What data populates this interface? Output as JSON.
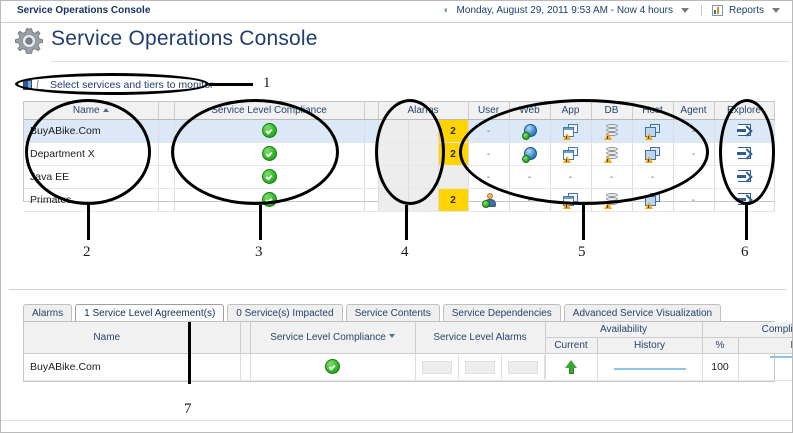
{
  "window": {
    "title": "Service Operations Console",
    "time_range": "Monday, August 29, 2011 9:53 AM - Now 4 hours",
    "reports_label": "Reports",
    "clock_icon": "clock-icon",
    "reports_icon": "report-icon"
  },
  "page": {
    "heading": "Service Operations Console",
    "logo_icon": "gear-icon",
    "select_link": "Select services and tiers to monitor",
    "select_icon": "selection-square-icon"
  },
  "top_grid": {
    "columns": {
      "name": "Name",
      "service_level_compliance": "Service Level Compliance",
      "alarms": "Alarms",
      "user": "User",
      "web": "Web",
      "app": "App",
      "db": "DB",
      "host": "Host",
      "agent": "Agent",
      "explore": "Explore"
    },
    "sort": {
      "column": "Name",
      "direction": "asc"
    },
    "rows": [
      {
        "name": "BuyABike.Com",
        "selected": true,
        "compliance": "ok",
        "alarms": [
          "grey",
          "grey",
          "2"
        ],
        "user": "-",
        "web": "globe",
        "app": "app",
        "db": "db",
        "host": "host",
        "agent": "-",
        "explore": "explore-icon"
      },
      {
        "name": "Department X",
        "selected": false,
        "compliance": "ok",
        "alarms": [
          "grey",
          "grey",
          "2"
        ],
        "user": "-",
        "web": "globe",
        "app": "app",
        "db": "db",
        "host": "host",
        "agent": "-",
        "explore": "explore-icon"
      },
      {
        "name": "Java EE",
        "selected": false,
        "compliance": "ok",
        "alarms": [
          "grey",
          "grey",
          "grey"
        ],
        "user": "-",
        "web": "-",
        "app": "-",
        "db": "-",
        "host": "-",
        "agent": "-",
        "explore": "explore-icon"
      },
      {
        "name": "Primates",
        "selected": false,
        "compliance": "ok",
        "alarms": [
          "grey",
          "grey",
          "2"
        ],
        "user": "person",
        "web": "-",
        "app": "app",
        "db": "db",
        "host": "host",
        "agent": "-",
        "explore": "explore-icon"
      }
    ]
  },
  "bottom_panel": {
    "tabs": [
      {
        "label": "Alarms",
        "active": false
      },
      {
        "label": "1 Service Level Agreement(s)",
        "active": true
      },
      {
        "label": "0 Service(s) Impacted",
        "active": false
      },
      {
        "label": "Service Contents",
        "active": false
      },
      {
        "label": "Service Dependencies",
        "active": false
      },
      {
        "label": "Advanced Service Visualization",
        "active": false
      }
    ],
    "columns": {
      "name": "Name",
      "service_level_compliance": "Service Level Compliance",
      "service_level_alarms": "Service Level Alarms",
      "availability": "Availability",
      "availability_current": "Current",
      "availability_history": "History",
      "compliance": "Compliance",
      "compliance_pct": "%",
      "compliance_history": "History"
    },
    "sort": {
      "column": "Service Level Compliance",
      "direction": "desc"
    },
    "rows": [
      {
        "name": "BuyABike.Com",
        "compliance": "ok",
        "service_level_alarms": [
          "grey",
          "grey",
          "grey"
        ],
        "availability_current": "up-arrow-icon",
        "availability_history": "sparkline",
        "compliance_pct": "100",
        "compliance_history": "sparkline"
      }
    ]
  },
  "callouts": [
    {
      "id": "1",
      "label": "1"
    },
    {
      "id": "2",
      "label": "2"
    },
    {
      "id": "3",
      "label": "3"
    },
    {
      "id": "4",
      "label": "4"
    },
    {
      "id": "5",
      "label": "5"
    },
    {
      "id": "6",
      "label": "6"
    },
    {
      "id": "7",
      "label": "7"
    }
  ],
  "colors": {
    "accent": "#1f3d6e",
    "selected_row": "#dbe8f7",
    "alarm_yellow": "#ffd400",
    "status_ok_green": "#34b92a",
    "sparkline_blue": "#8ec4e8"
  }
}
